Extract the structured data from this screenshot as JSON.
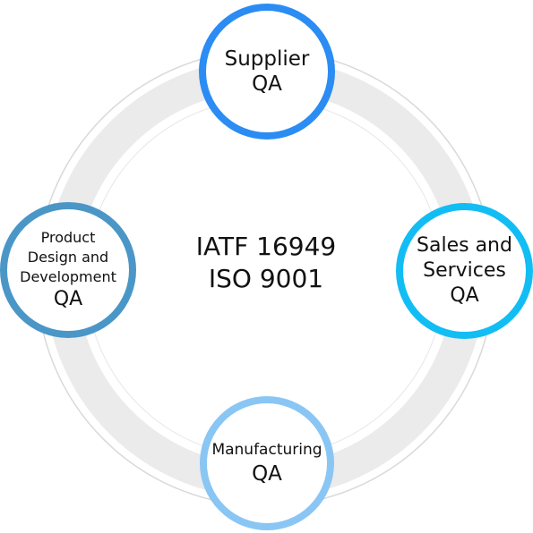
{
  "center": {
    "line1": "IATF 16949",
    "line2": "ISO 9001"
  },
  "nodes": {
    "supplier": {
      "line1": "Supplier",
      "line2": "QA",
      "color": "#2B8CF3"
    },
    "sales": {
      "line1": "Sales and",
      "line2": "Services",
      "line3": "QA",
      "color": "#12BDF4"
    },
    "manufacturing": {
      "line1": "Manufacturing",
      "line2": "QA",
      "color": "#8AC6F4"
    },
    "product": {
      "line1": "Product",
      "line2": "Design and",
      "line3": "Development",
      "line4": "QA",
      "color": "#4A96C7"
    }
  },
  "colors": {
    "ring": "#EBEBEB",
    "ring_outline": "#D9D9D9"
  }
}
